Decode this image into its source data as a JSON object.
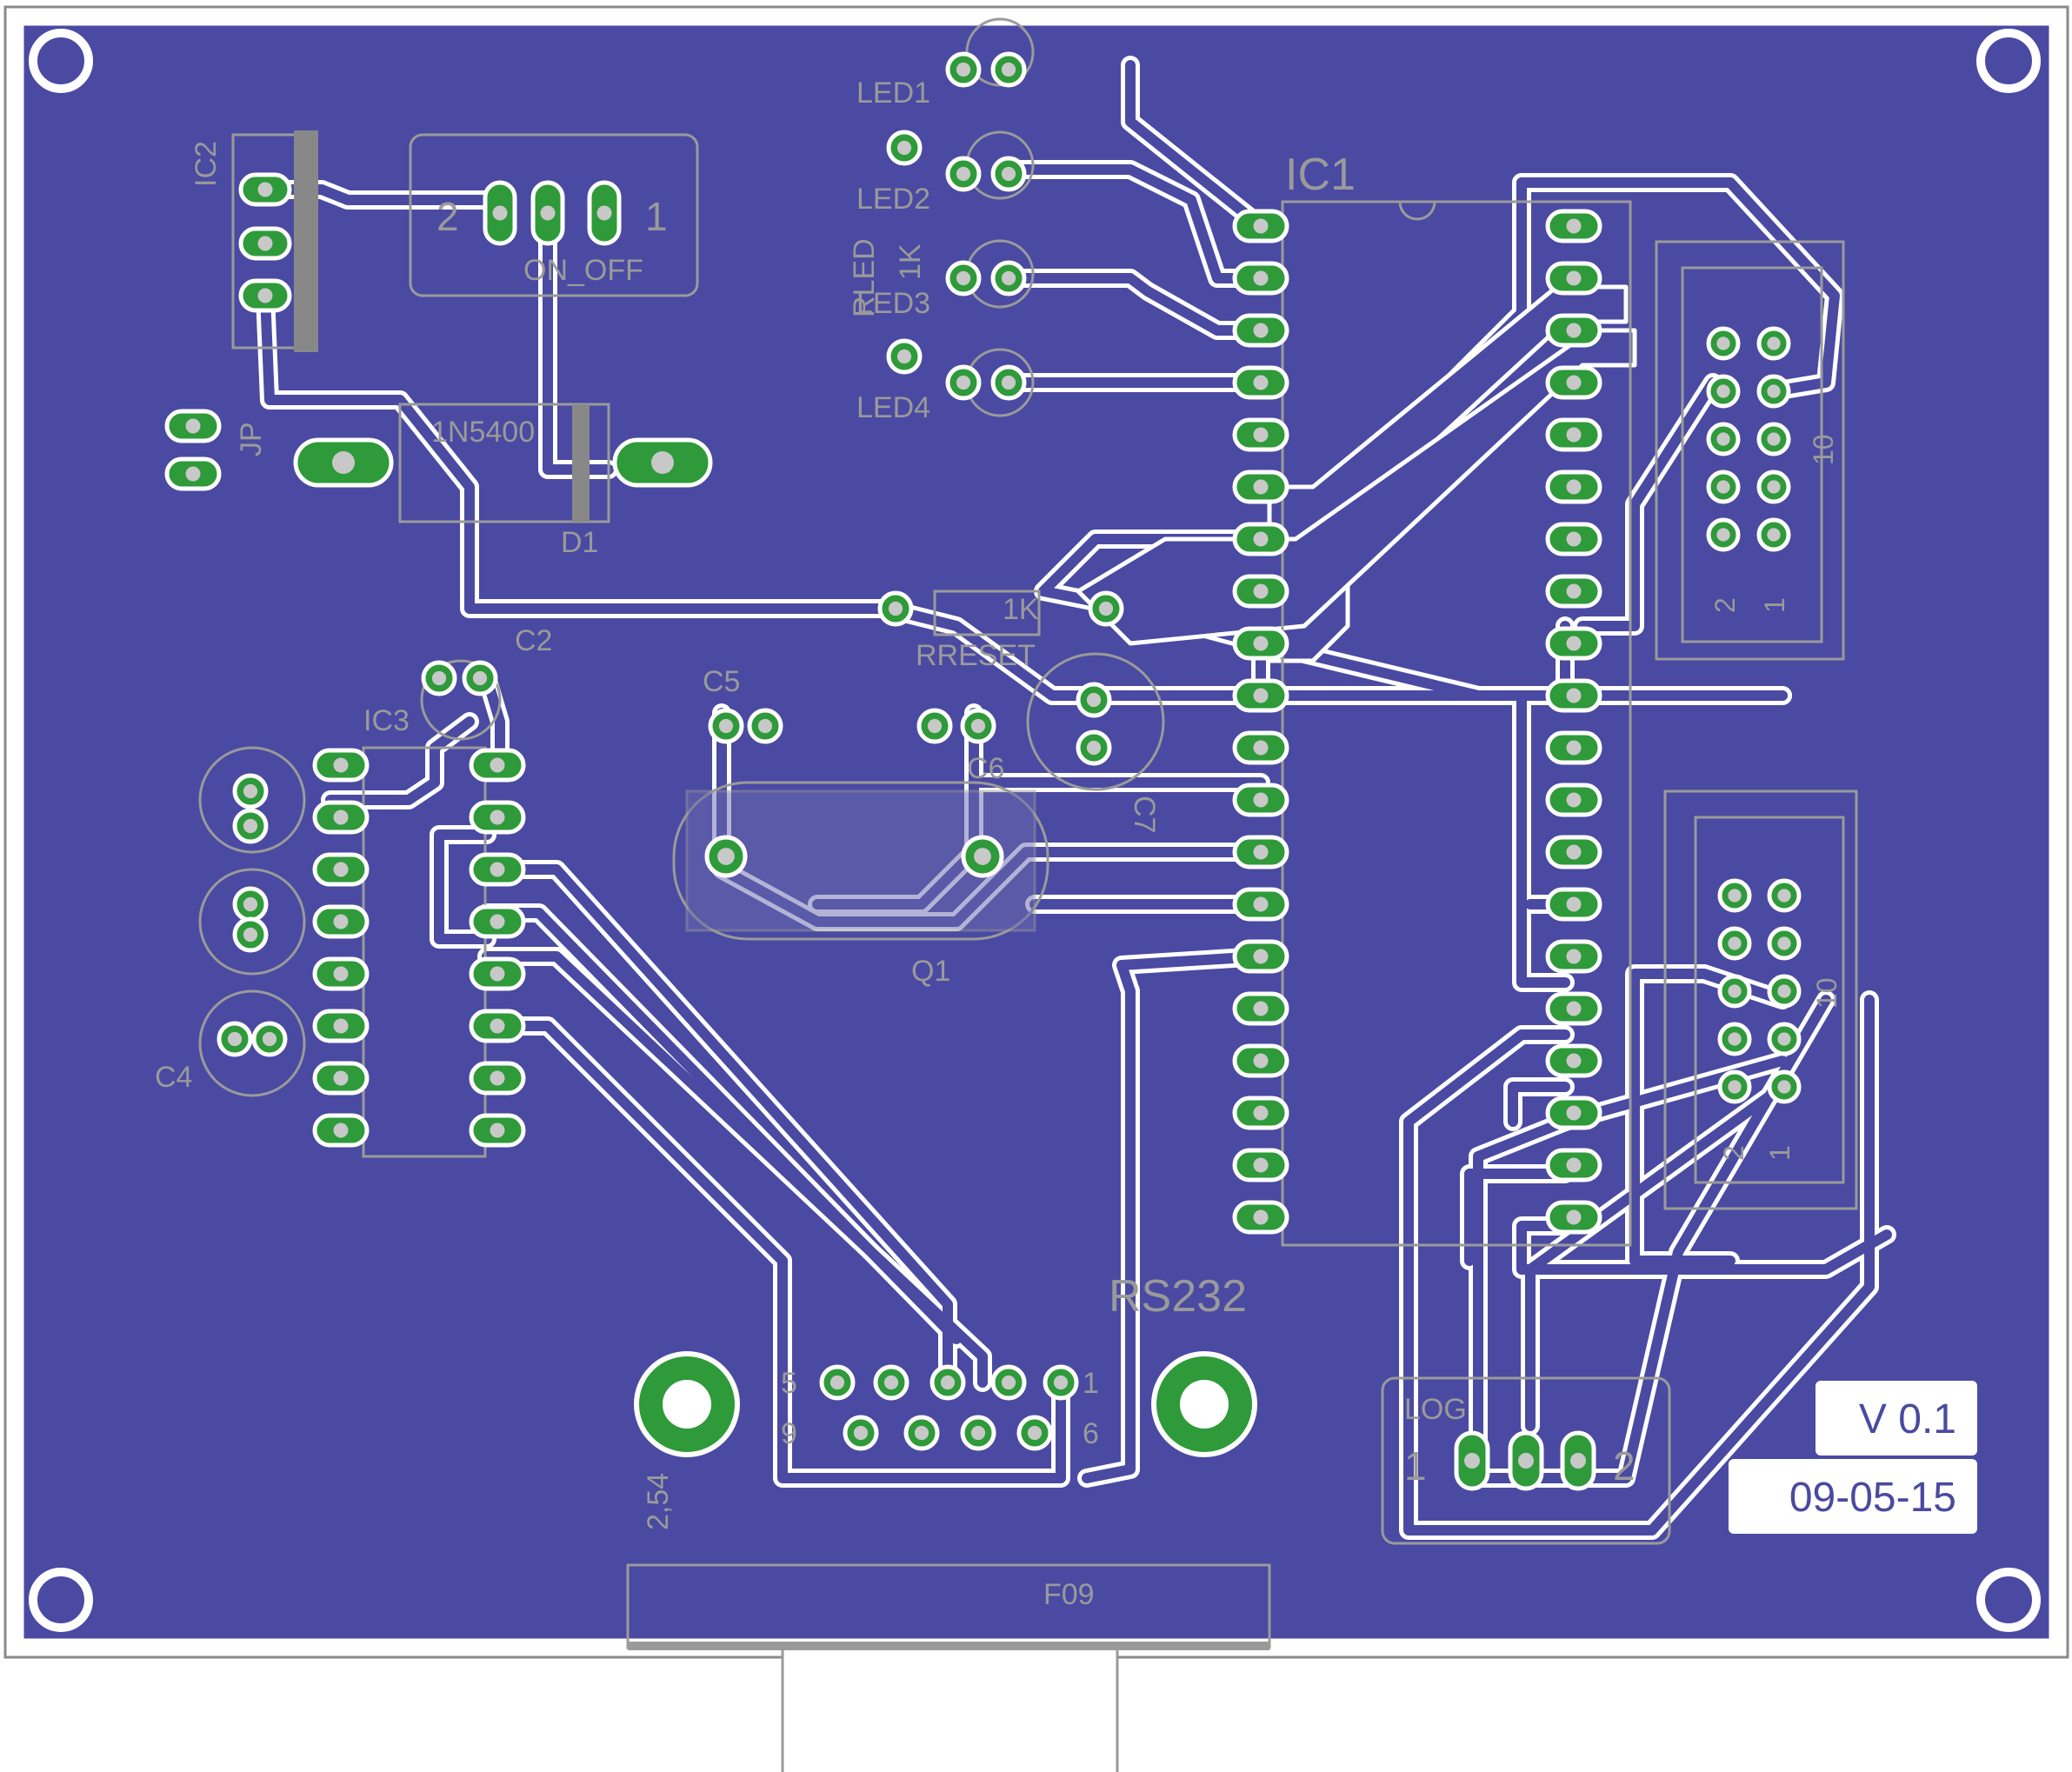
{
  "board": {
    "colors": {
      "copper": "#4a4aa3",
      "trace_outline": "#ffffff",
      "pad": "#2e9a3a",
      "pad_drill": "#c8c8c8",
      "silk": "#9a9a9a",
      "outline": "#8a8a8a"
    }
  },
  "components": {
    "ic1": "IC1",
    "ic2": "IC2",
    "ic3": "IC3",
    "c2": "C2",
    "c4": "C4",
    "c5": "C5",
    "c6": "C6",
    "c7": "C7",
    "q1": "Q1",
    "d1": "D1",
    "diode_value": "1N5400",
    "led1": "LED1",
    "led2": "LED2",
    "led3": "LED3",
    "led4": "LED4",
    "rled": "RLED",
    "rled_value": "1K",
    "rreset": "RRESET",
    "rreset_value": "1K",
    "switch_label": "ON_OFF",
    "switch_pin2": "2",
    "switch_pin1": "1",
    "jp": "JP",
    "log": "LOG",
    "log_pin1": "1",
    "log_pin2": "2",
    "rs232": "RS232",
    "f09": "F09",
    "pitch": "2,54",
    "db9_pin5": "5",
    "db9_pin1": "1",
    "db9_pin9": "9",
    "db9_pin6": "6",
    "hdr_pin2": "2",
    "hdr_pin1": "1",
    "hdr_pin10": "10",
    "hdr2_pin2": "2",
    "hdr2_pin1": "1",
    "hdr2_pin10": "10"
  },
  "labels": {
    "version": "V 0.1",
    "date": "09-05-15"
  }
}
